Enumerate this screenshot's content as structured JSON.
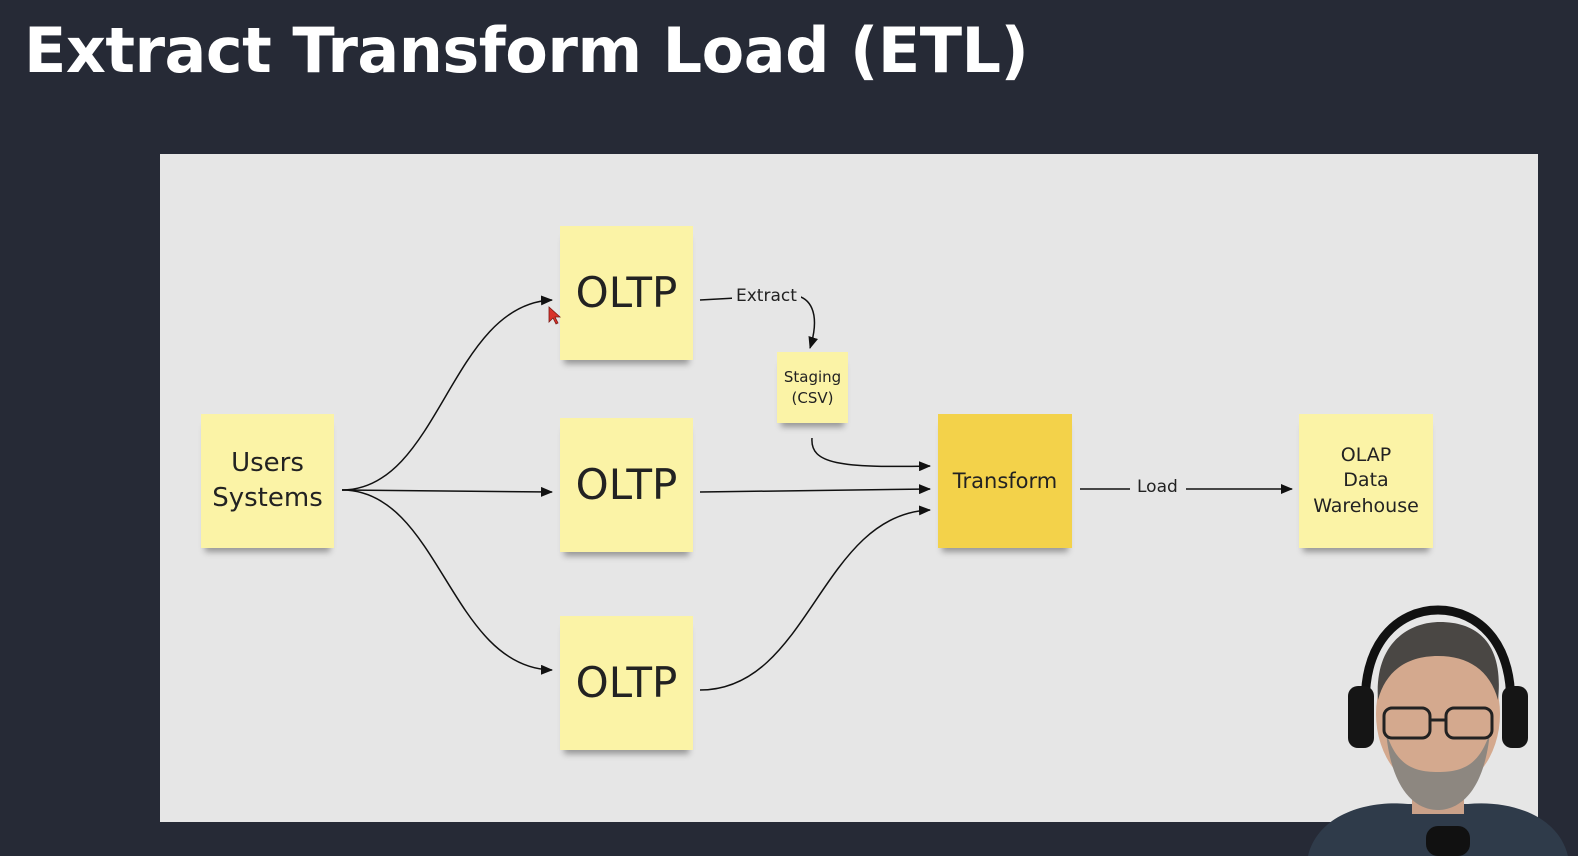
{
  "title": "Extract Transform Load (ETL)",
  "nodes": {
    "users_systems": "Users\nSystems",
    "oltp_top": "OLTP",
    "oltp_middle": "OLTP",
    "oltp_bottom": "OLTP",
    "staging": "Staging\n(CSV)",
    "transform": "Transform",
    "olap": "OLAP\nData\nWarehouse"
  },
  "edges": {
    "extract": "Extract",
    "load": "Load"
  },
  "colors": {
    "background": "#262a36",
    "board": "#e6e6e6",
    "sticky_note": "#fbf3a6",
    "transform_note": "#f3d24a",
    "cursor": "#d9312b"
  },
  "icons": {
    "cursor": "mouse-pointer-icon",
    "presenter": "presenter-webcam"
  }
}
